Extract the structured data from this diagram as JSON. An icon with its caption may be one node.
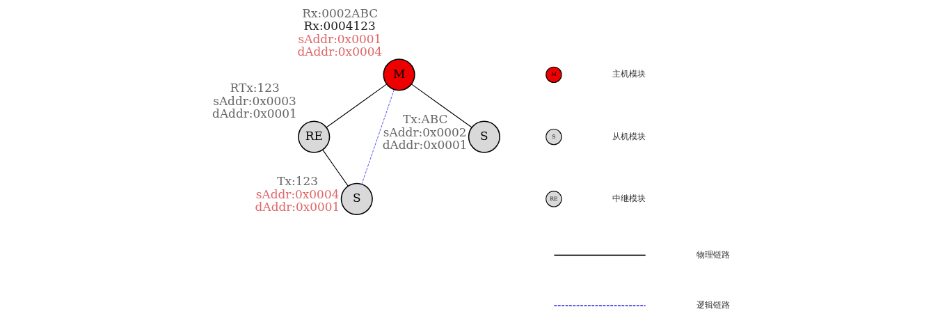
{
  "diagram": {
    "nodes": [
      {
        "text": [
          "M"
        ],
        "beside": [
          "Rx:0002ABC",
          "Rx:0004123",
          "sAddr:0x0001",
          "dAddr:0x0004"
        ]
      },
      {
        "text": [
          "RE"
        ],
        "beside": [
          "RTx:123",
          "sAddr:0x0003",
          "dAddr:0x0001"
        ]
      },
      {
        "text": [
          "S"
        ],
        "beside": [
          "Tx:ABC",
          "sAddr:0x0002",
          "dAddr:0x0001"
        ]
      },
      {
        "text": [
          "S"
        ],
        "beside": [
          "Tx:123",
          "sAddr:0x0004",
          "dAddr:0x0001"
        ]
      }
    ],
    "edges": [
      {
        "from": 2,
        "to": 0,
        "arrow": "none"
      },
      {
        "from": 0,
        "to": 1,
        "arrow": "none"
      },
      {
        "from": 1,
        "to": 3,
        "arrow": "none"
      },
      {
        "from": 0,
        "to": 3,
        "arrow": "none",
        "style": "dashed",
        "color": "#2222ee"
      }
    ],
    "labels": [
      "M",
      "S",
      "RE"
    ],
    "legend": [
      {
        "text": "主机模块"
      },
      {
        "text": "从机模块"
      },
      {
        "text": "中继模块"
      },
      {
        "text": "物理链路"
      },
      {
        "text": "逻辑链路"
      }
    ]
  }
}
